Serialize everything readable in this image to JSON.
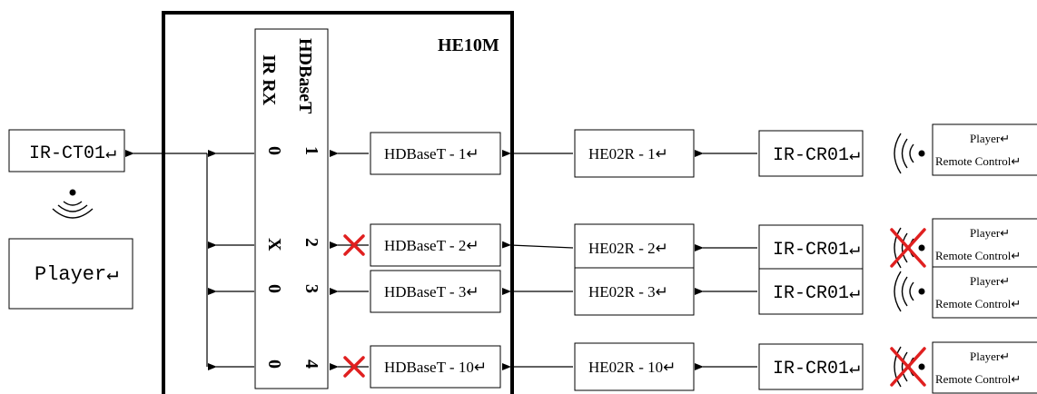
{
  "matrix": {
    "title": "HE10M",
    "return_mark": "↵"
  },
  "column_headers": {
    "hdbaset": "HDBaseT",
    "ir_rx": "IR RX"
  },
  "rows": [
    {
      "port": "1",
      "ir_rx": "0",
      "input_label": "HDBaseT - 1↵",
      "receiver_label": "HE02R - 1↵",
      "ir_receiver_label": "IR-CR01↵",
      "remote_line1": "Player↵",
      "remote_line2": "Remote Control↵",
      "blocked": false
    },
    {
      "port": "2",
      "ir_rx": "X",
      "input_label": "HDBaseT - 2↵",
      "receiver_label": "HE02R - 2↵",
      "ir_receiver_label": "IR-CR01↵",
      "remote_line1": "Player↵",
      "remote_line2": "Remote Control↵",
      "blocked": true
    },
    {
      "port": "3",
      "ir_rx": "0",
      "input_label": "HDBaseT - 3↵",
      "receiver_label": "HE02R - 3↵",
      "ir_receiver_label": "IR-CR01↵",
      "remote_line1": "Player↵",
      "remote_line2": "Remote Control↵",
      "blocked": false
    },
    {
      "port": "4",
      "ir_rx": "0",
      "input_label": "HDBaseT - 10↵",
      "receiver_label": "HE02R - 10↵",
      "ir_receiver_label": "IR-CR01↵",
      "remote_line1": "Player↵",
      "remote_line2": "Remote Control↵",
      "blocked": true
    }
  ],
  "ir_emitter": {
    "label": "IR-CT01↵"
  },
  "player": {
    "label": "Player↵"
  },
  "colors": {
    "line": "#000000",
    "block_mark": "#e02020",
    "return_mark": "#8a8a8a"
  }
}
